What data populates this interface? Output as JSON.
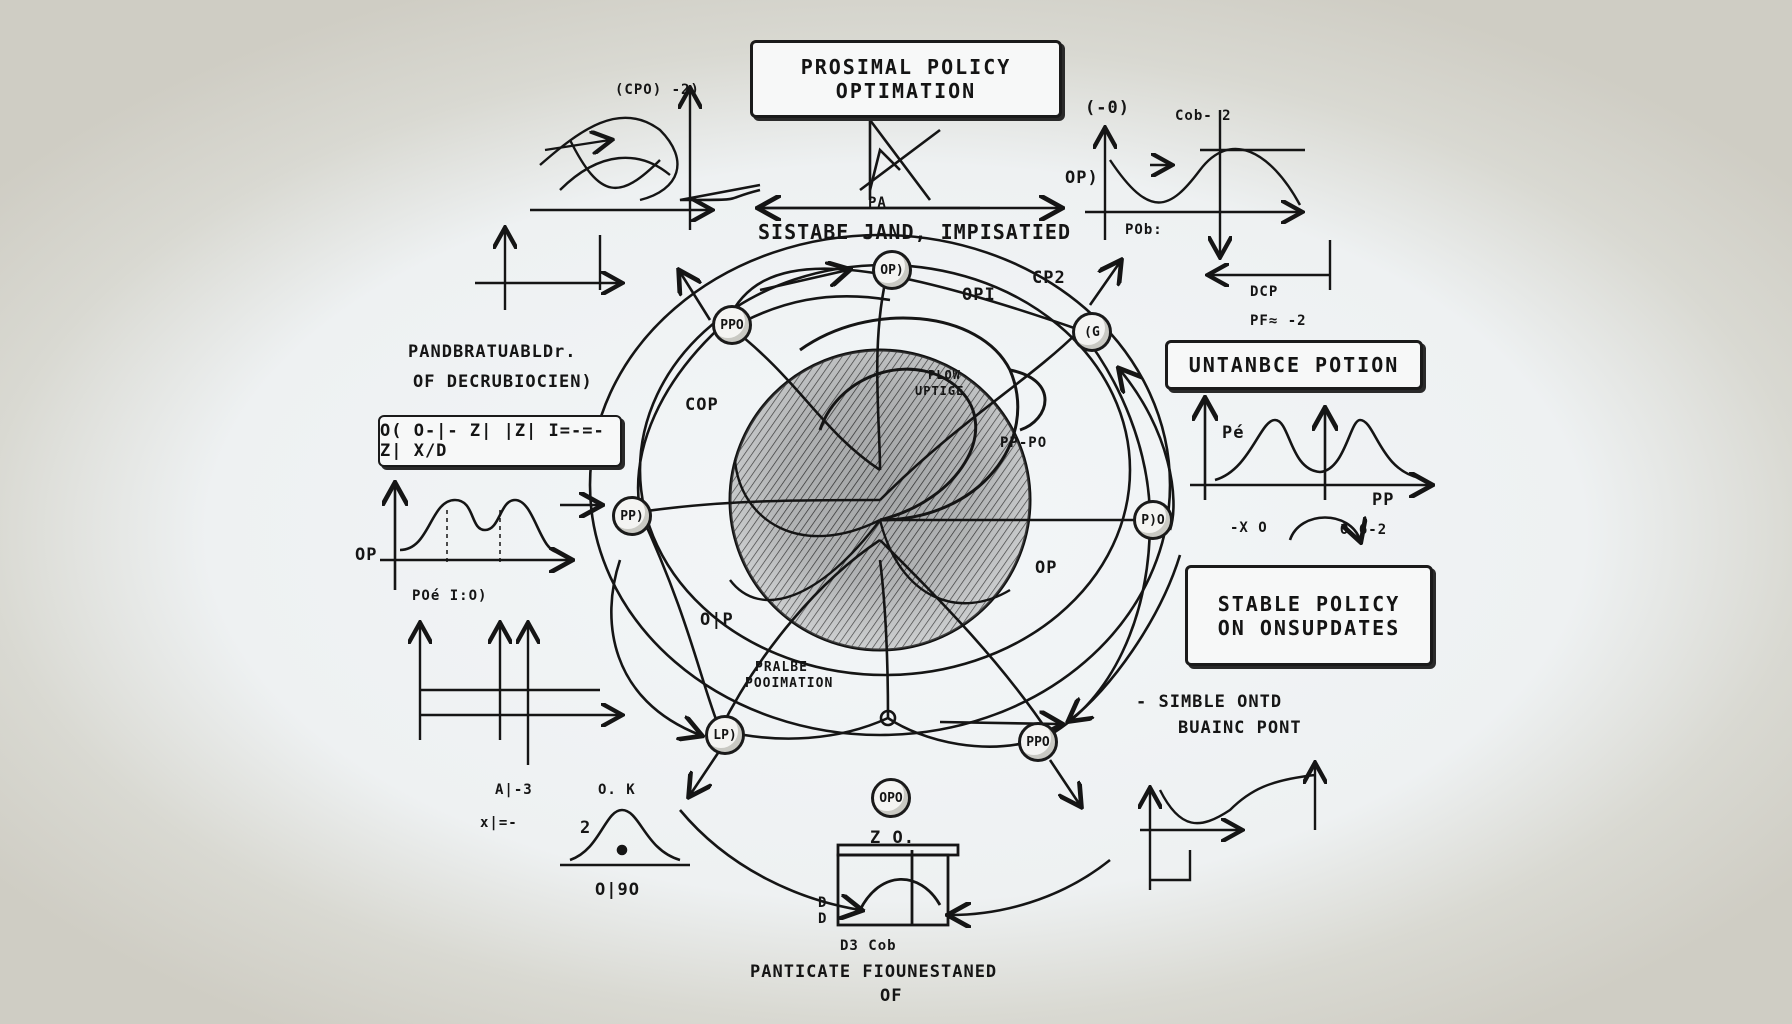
{
  "title": {
    "line1": "PROSIMAL POLICY",
    "line2": "OPTIMATION"
  },
  "boxes": {
    "untanbce": "UNTANBCE POTION",
    "stable_line1": "STABLE POLICY",
    "stable_line2": "ON ONSUPDATES"
  },
  "headings": {
    "sistabe": "SISTABE JAND, IMPISATIED",
    "pand_line1": "PANDBRATUABLDr.",
    "pand_line2": "OF DECRUBIOCIEN)",
    "simble_line1": "- SIMBLE ONTD",
    "simble_line2": "BUAINC PONT",
    "panticate_line1": "PANTICATE FIOUNESTANED",
    "panticate_line2": "OF"
  },
  "center": {
    "plow_line1": "PLOW",
    "plow_line2": "UPTIGE",
    "pralbe_line1": "PRALBE",
    "pralbe_line2": "POOIMATION"
  },
  "formula_box": "O( O-|- Z| |Z| I=-=-Z| X/D",
  "nodes": [
    "OP)",
    "PPO",
    "(G",
    "PP)",
    "P)O",
    "LP)",
    "PPO",
    "OPO"
  ],
  "scribbles": {
    "cpo": "(CPO) -2)",
    "minus0": "(-0)",
    "cob": "Cob- 2",
    "op_left": "OP",
    "op_top": "OPI",
    "cp2": "CP2",
    "op_center": "OP",
    "op_mid": "O|P",
    "cop": "COP",
    "op_right": "OP)",
    "pp": "PP",
    "pho": "Pé",
    "z0": "Z O.",
    "ok": "O. K",
    "ag": "A|-3",
    "x1": "x|=-",
    "two": "2",
    "dd": "D D",
    "dbcob": "D3 Cob",
    "o90": "O|9O",
    "pob": "POb:",
    "pob_left": "POé I:O)",
    "pppo": "PP-PO",
    "pa": "PA",
    "dcp": "DCP",
    "pfx": "PF≈ -2",
    "x0": "-X O",
    "o62": "O 6-2"
  },
  "colors": {
    "ink": "#141414",
    "paper": "#f2f5f6",
    "vignette": "#cfcdc4"
  }
}
